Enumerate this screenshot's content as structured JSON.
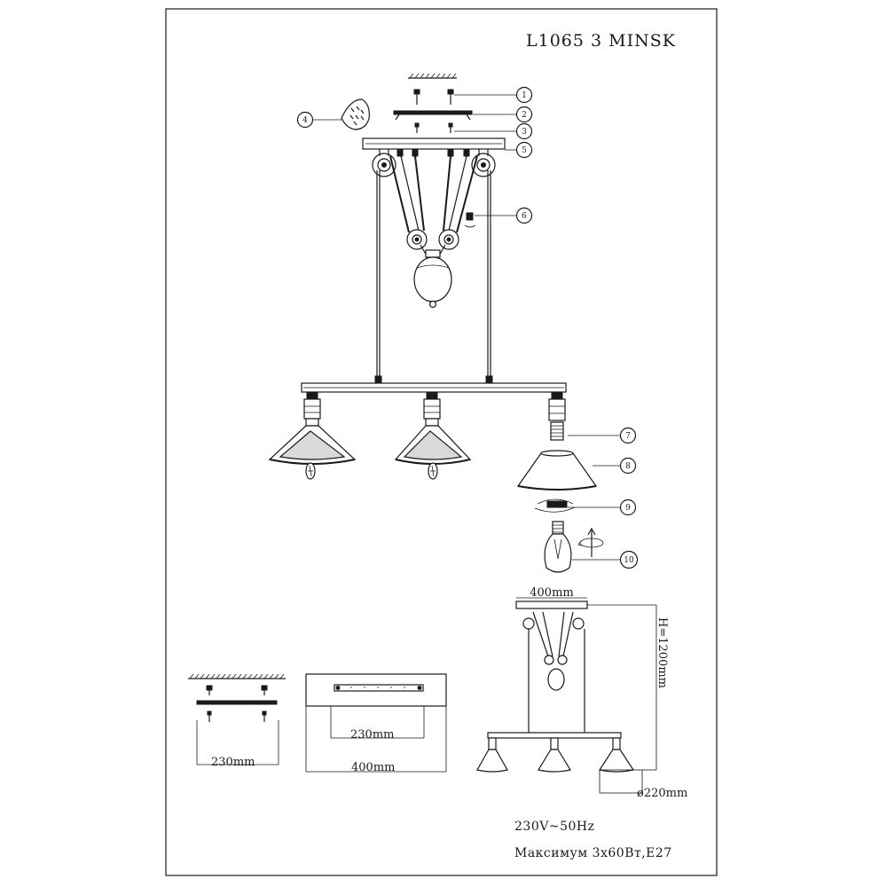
{
  "title": "L1065 3 MINSK",
  "callouts": [
    "1",
    "2",
    "3",
    "4",
    "5",
    "6",
    "7",
    "8",
    "9",
    "10"
  ],
  "dimensions": {
    "width_top": "400mm",
    "height": "H=1200mm",
    "shade_diameter": "ø220mm",
    "canopy_hole_spacing": "230mm",
    "plate_hole_spacing": "230mm",
    "plate_length": "400mm"
  },
  "specs": {
    "voltage": "230V~50Hz",
    "max_power": "Максимум 3х60Вт,E27"
  }
}
